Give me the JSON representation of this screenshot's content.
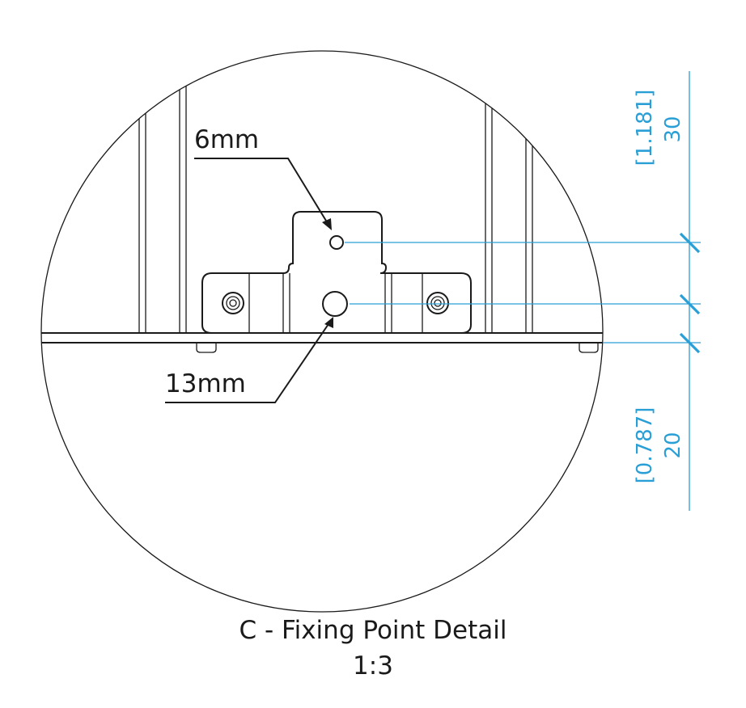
{
  "labels": {
    "hole_small": "6mm",
    "hole_large": "13mm"
  },
  "dimensions": {
    "upper_mm": "30",
    "upper_in": "[1.181]",
    "lower_mm": "20",
    "lower_in": "[0.787]"
  },
  "caption": {
    "title": "C - Fixing Point Detail",
    "scale": "1:3"
  },
  "colors": {
    "outline": "#1a1a1a",
    "dimension": "#2a9fd6"
  }
}
